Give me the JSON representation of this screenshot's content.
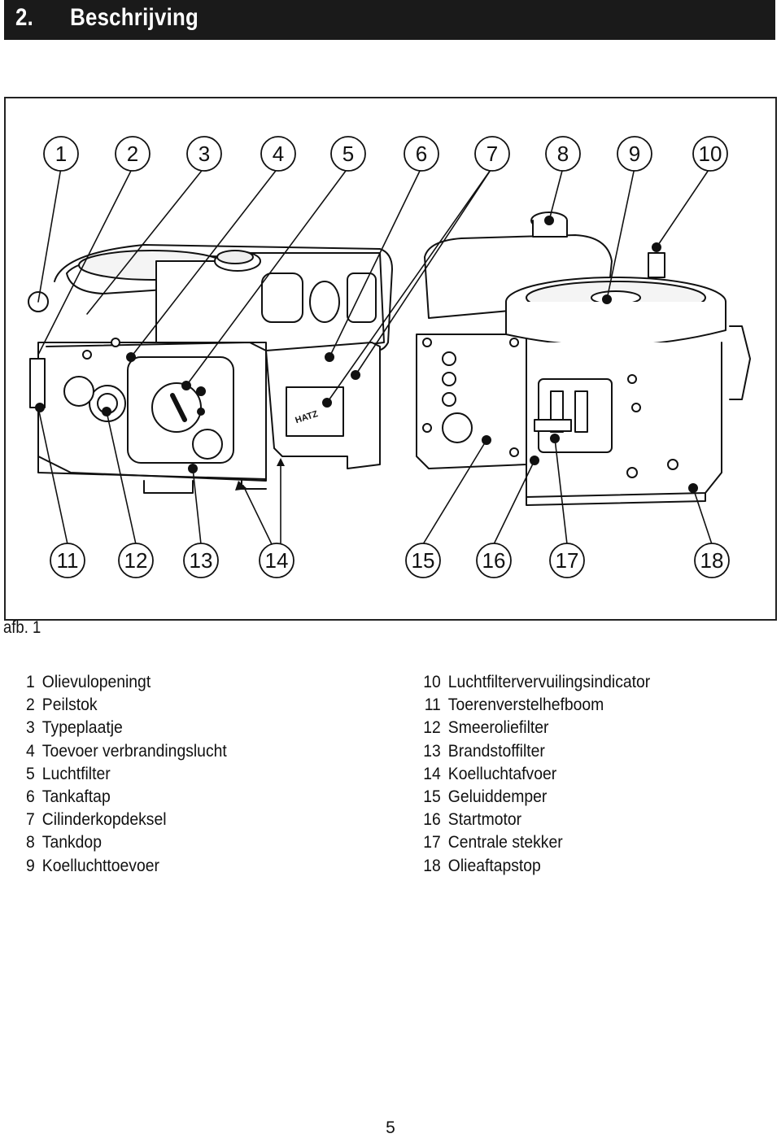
{
  "header": {
    "section_number": "2.",
    "section_title": "Beschrijving"
  },
  "figure": {
    "caption": "afb. 1",
    "top_callouts": [
      "1",
      "2",
      "3",
      "4",
      "5",
      "6",
      "7",
      "8",
      "9",
      "10"
    ],
    "bottom_callouts": [
      "11",
      "12",
      "13",
      "14",
      "15",
      "16",
      "17",
      "18"
    ],
    "engine_brand_label": "HATZ"
  },
  "legend_left": [
    {
      "num": "1",
      "text": "Olievulopeningt"
    },
    {
      "num": "2",
      "text": "Peilstok"
    },
    {
      "num": "3",
      "text": "Typeplaatje"
    },
    {
      "num": "4",
      "text": "Toevoer verbrandingslucht"
    },
    {
      "num": "5",
      "text": "Luchtfilter"
    },
    {
      "num": "6",
      "text": "Tankaftap"
    },
    {
      "num": "7",
      "text": "Cilinderkopdeksel"
    },
    {
      "num": "8",
      "text": "Tankdop"
    },
    {
      "num": "9",
      "text": "Koelluchttoevoer"
    }
  ],
  "legend_right": [
    {
      "num": "10",
      "text": "Luchtfiltervervuilingsindicator"
    },
    {
      "num": "11",
      "text": "Toerenverstelhefboom"
    },
    {
      "num": "12",
      "text": "Smeeroliefilter"
    },
    {
      "num": "13",
      "text": "Brandstoffilter"
    },
    {
      "num": "14",
      "text": "Koelluchtafvoer"
    },
    {
      "num": "15",
      "text": "Geluiddemper"
    },
    {
      "num": "16",
      "text": "Startmotor"
    },
    {
      "num": "17",
      "text": "Centrale stekker"
    },
    {
      "num": "18",
      "text": "Olieaftapstop"
    }
  ],
  "page_number": "5"
}
